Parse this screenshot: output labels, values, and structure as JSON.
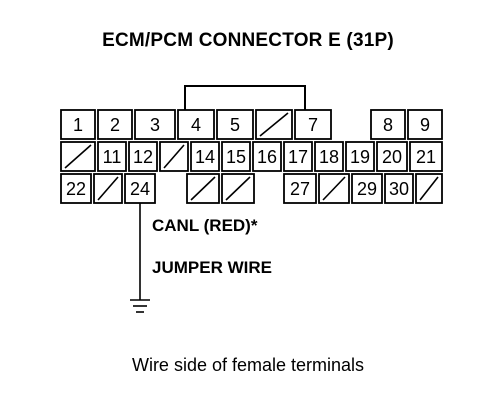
{
  "title": "ECM/PCM CONNECTOR E (31P)",
  "labels": {
    "wire_color": "CANL (RED)*",
    "jumper": "JUMPER WIRE"
  },
  "caption": "Wire side of female terminals",
  "connector": {
    "rows": [
      [
        {
          "pin": "1"
        },
        {
          "pin": "2"
        },
        {
          "pin": "3"
        },
        {
          "pin": "4"
        },
        {
          "pin": "5"
        },
        {
          "pin": ""
        },
        {
          "pin": "7"
        },
        {
          "pin": "8"
        },
        {
          "pin": "9"
        }
      ],
      [
        {
          "pin": ""
        },
        {
          "pin": "11"
        },
        {
          "pin": "12"
        },
        {
          "pin": ""
        },
        {
          "pin": "14"
        },
        {
          "pin": "15"
        },
        {
          "pin": "16"
        },
        {
          "pin": "17"
        },
        {
          "pin": "18"
        },
        {
          "pin": "19"
        },
        {
          "pin": "20"
        },
        {
          "pin": "21"
        }
      ],
      [
        {
          "pin": "22"
        },
        {
          "pin": ""
        },
        {
          "pin": "24"
        },
        {
          "pin": ""
        },
        {
          "pin": ""
        },
        {
          "pin": "27"
        },
        {
          "pin": ""
        },
        {
          "pin": "29"
        },
        {
          "pin": "30"
        },
        {
          "pin": ""
        }
      ]
    ]
  },
  "probe_pin": "24"
}
